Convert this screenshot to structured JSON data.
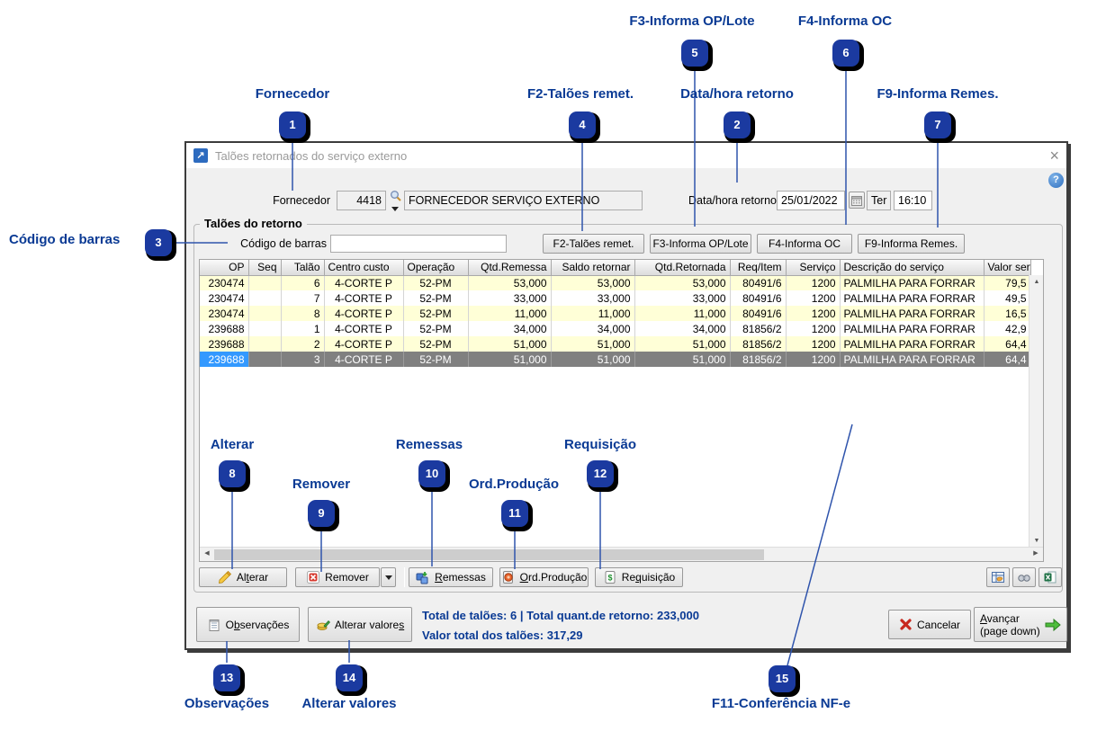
{
  "annotations": {
    "a1": {
      "number": "1",
      "label": "Fornecedor"
    },
    "a2": {
      "number": "2",
      "label": "Data/hora retorno"
    },
    "a3": {
      "number": "3",
      "label": "Código de barras"
    },
    "a4": {
      "number": "4",
      "label": "F2-Talões remet."
    },
    "a5": {
      "number": "5",
      "label": "F3-Informa OP/Lote"
    },
    "a6": {
      "number": "6",
      "label": "F4-Informa OC"
    },
    "a7": {
      "number": "7",
      "label": "F9-Informa Remes."
    },
    "a8": {
      "number": "8",
      "label": "Alterar"
    },
    "a9": {
      "number": "9",
      "label": "Remover"
    },
    "a10": {
      "number": "10",
      "label": "Remessas"
    },
    "a11": {
      "number": "11",
      "label": "Ord.Produção"
    },
    "a12": {
      "number": "12",
      "label": "Requisição"
    },
    "a13": {
      "number": "13",
      "label": "Observações"
    },
    "a14": {
      "number": "14",
      "label": "Alterar valores"
    },
    "a15": {
      "number": "15",
      "label": "F11-Conferência NF-e"
    }
  },
  "window": {
    "title": "Talões retornados do serviço externo",
    "close_glyph": "×",
    "help_glyph": "?"
  },
  "form": {
    "fornecedor_label": "Fornecedor",
    "fornecedor_code": "4418",
    "fornecedor_name": "FORNECEDOR SERVIÇO EXTERNO",
    "datahora_label": "Data/hora retorno",
    "date_value": "25/01/2022",
    "weekday": "Ter",
    "time_value": "16:10"
  },
  "groupbox": {
    "title": "Talões do retorno",
    "barcode_label": "Código de barras",
    "barcode_value": "",
    "f2_button": "F2-Talões remet.",
    "f3_button": "F3-Informa OP/Lote",
    "f4_button": "F4-Informa OC",
    "f9_button": "F9-Informa Remes."
  },
  "table": {
    "headers": [
      "OP",
      "Seq",
      "Talão",
      "Centro custo",
      "Operação",
      "Qtd.Remessa",
      "Saldo retornar",
      "Qtd.Retornada",
      "Req/Item",
      "Serviço",
      "Descrição do serviço",
      "Valor serviç"
    ],
    "rows": [
      [
        "230474",
        "",
        "6",
        "4-CORTE P",
        "52-PM",
        "53,000",
        "53,000",
        "53,000",
        "80491/6",
        "1200",
        "PALMILHA PARA FORRAR",
        "79,5"
      ],
      [
        "230474",
        "",
        "7",
        "4-CORTE P",
        "52-PM",
        "33,000",
        "33,000",
        "33,000",
        "80491/6",
        "1200",
        "PALMILHA PARA FORRAR",
        "49,5"
      ],
      [
        "230474",
        "",
        "8",
        "4-CORTE P",
        "52-PM",
        "11,000",
        "11,000",
        "11,000",
        "80491/6",
        "1200",
        "PALMILHA PARA FORRAR",
        "16,5"
      ],
      [
        "239688",
        "",
        "1",
        "4-CORTE P",
        "52-PM",
        "34,000",
        "34,000",
        "34,000",
        "81856/2",
        "1200",
        "PALMILHA PARA FORRAR",
        "42,9"
      ],
      [
        "239688",
        "",
        "2",
        "4-CORTE P",
        "52-PM",
        "51,000",
        "51,000",
        "51,000",
        "81856/2",
        "1200",
        "PALMILHA PARA FORRAR",
        "64,4"
      ],
      [
        "239688",
        "",
        "3",
        "4-CORTE P",
        "52-PM",
        "51,000",
        "51,000",
        "51,000",
        "81856/2",
        "1200",
        "PALMILHA PARA FORRAR",
        "64,4"
      ]
    ],
    "selected_row_index": 5
  },
  "toolbar": {
    "alterar_pre": "Al",
    "alterar_mn": "t",
    "alterar_post": "erar",
    "remover": "Remover",
    "remessas_mn": "R",
    "remessas_post": "emessas",
    "ord_mn": "O",
    "ord_post": "rd.Produção",
    "req_pre": "Re",
    "req_mn": "q",
    "req_post": "uisição"
  },
  "footer": {
    "obs_pre": "O",
    "obs_mn": "b",
    "obs_post": "servações",
    "av_pre": "Alterar valore",
    "av_mn": "s",
    "totals1": "Total de talões: 6 | Total quant.de retorno: 233,000",
    "totals2": "Valor total dos talões: 317,29",
    "cancelar": "Cancelar",
    "avancar_mn": "A",
    "avancar_post": "vançar",
    "avancar_sub": "(page down)"
  },
  "colors": {
    "annotation_blue": "#0A3A94",
    "badge_blue": "#1B3AA0",
    "line_blue": "#2F54AC",
    "row_stripe": "#FFFFD7",
    "selected_row": "#808080",
    "selected_op_cell": "#3399FF"
  }
}
